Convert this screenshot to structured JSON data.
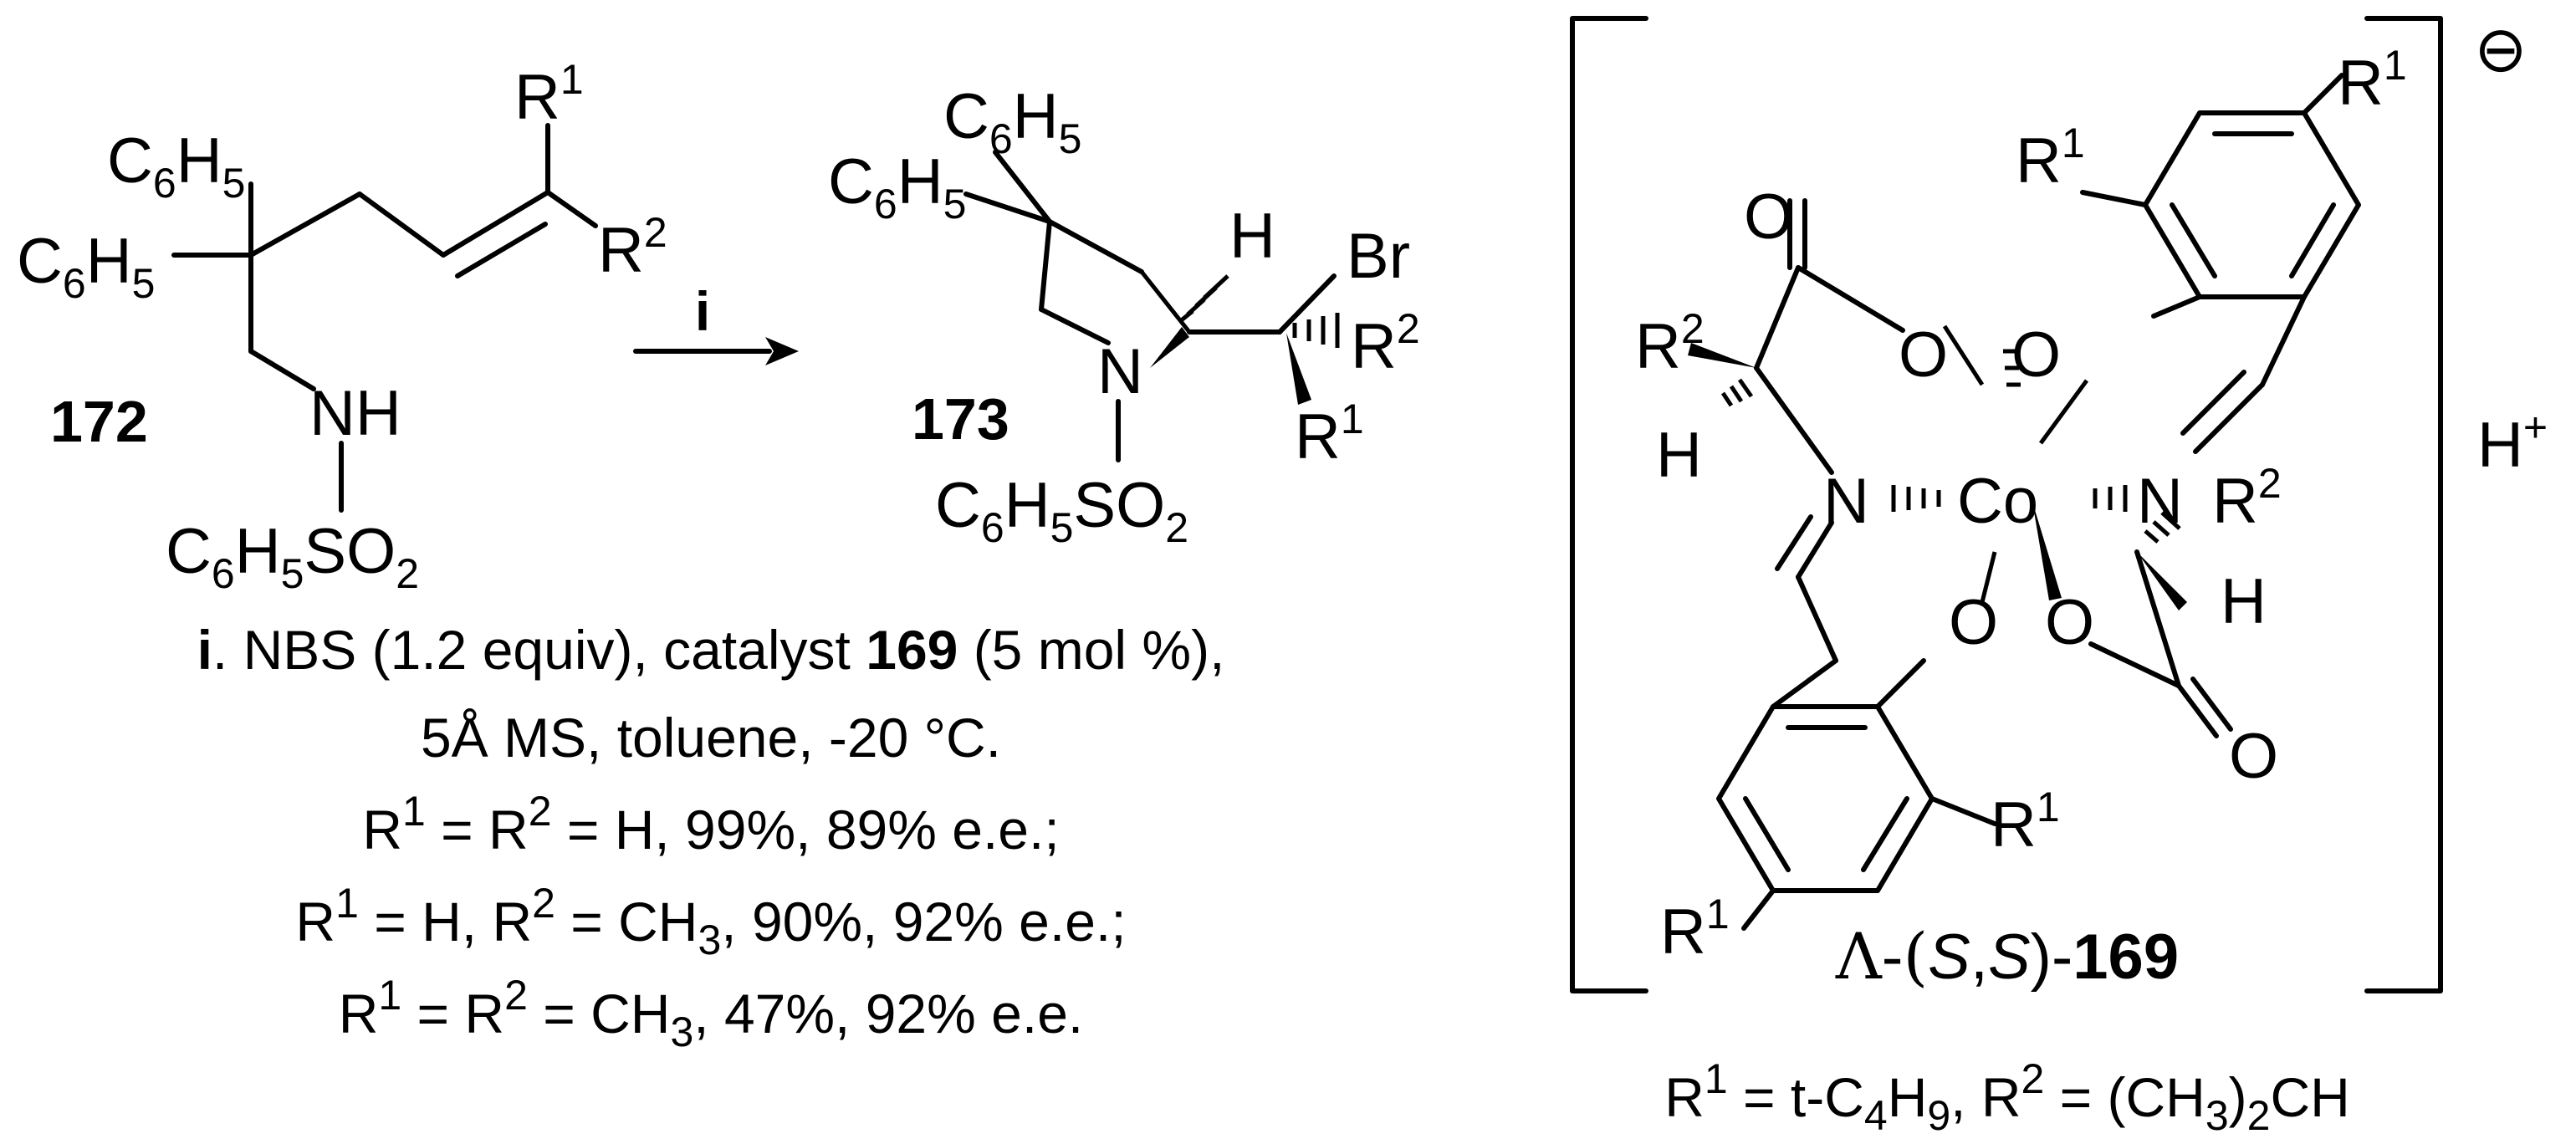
{
  "diagram": {
    "compound_172": {
      "number": "172",
      "r1": "R",
      "r1_sup": "1",
      "r2": "R",
      "r2_sup": "2",
      "phenyl_a": {
        "main": "C",
        "s1": "6",
        "mid": "H",
        "s2": "5"
      },
      "phenyl_b": {
        "main": "C",
        "s1": "6",
        "mid": "H",
        "s2": "5"
      },
      "nh": "NH",
      "sulfonyl": {
        "main": "C",
        "s1": "6",
        "mid": "H",
        "s2": "5",
        "tail": "SO",
        "s3": "2"
      }
    },
    "arrow": {
      "label": "i"
    },
    "compound_173": {
      "number": "173",
      "phenyl_a": {
        "main": "C",
        "s1": "6",
        "mid": "H",
        "s2": "5"
      },
      "phenyl_b": {
        "main": "C",
        "s1": "6",
        "mid": "H",
        "s2": "5"
      },
      "h": "H",
      "br": "Br",
      "r1": "R",
      "r1_sup": "1",
      "r2": "R",
      "r2_sup": "2",
      "n": "N",
      "sulfonyl": {
        "main": "C",
        "s1": "6",
        "mid": "H",
        "s2": "5",
        "tail": "SO",
        "s3": "2"
      }
    },
    "conditions": {
      "i_label": "i",
      "line1_a": ". NBS (1.2 equiv), catalyst ",
      "line1_cat": "169",
      "line1_b": " (5 mol %),",
      "line2": "5Å MS, toluene, -20 °C.",
      "line3": {
        "r": "R",
        "s1": "1",
        "eq": " = R",
        "s2": "2",
        "rest": " = H, 99%, 89% e.e.;"
      },
      "line4": {
        "r": "R",
        "s1": "1",
        "mid": " = H, R",
        "s2": "2",
        "mid2": " = CH",
        "s3": "3",
        "rest": ", 90%, 92% e.e.;"
      },
      "line5": {
        "r": "R",
        "s1": "1",
        "eq": " = R",
        "s2": "2",
        "mid2": " = CH",
        "s3": "3",
        "rest": ", 47%, 92% e.e."
      }
    },
    "catalyst_169": {
      "charge": "⊖",
      "counter_ion": "H",
      "counter_sup": "+",
      "co": "Co",
      "n_left": "N",
      "n_right": "N",
      "o": "O",
      "h": "H",
      "r": "R",
      "sup1": "1",
      "sup2": "2",
      "label_prefix": "Λ-(",
      "label_s1": "S",
      "label_comma": ",",
      "label_s2": "S",
      "label_close": ")-",
      "label_num": "169",
      "footer": {
        "r": "R",
        "s1": "1",
        "mid": " = t-C",
        "s2": "4",
        "mid2": "H",
        "s3": "9",
        "mid3": ", R",
        "s4": "2",
        "tail": " = (CH",
        "s5": "3",
        "tail2": ")",
        "s6": "2",
        "end": "CH"
      }
    }
  }
}
